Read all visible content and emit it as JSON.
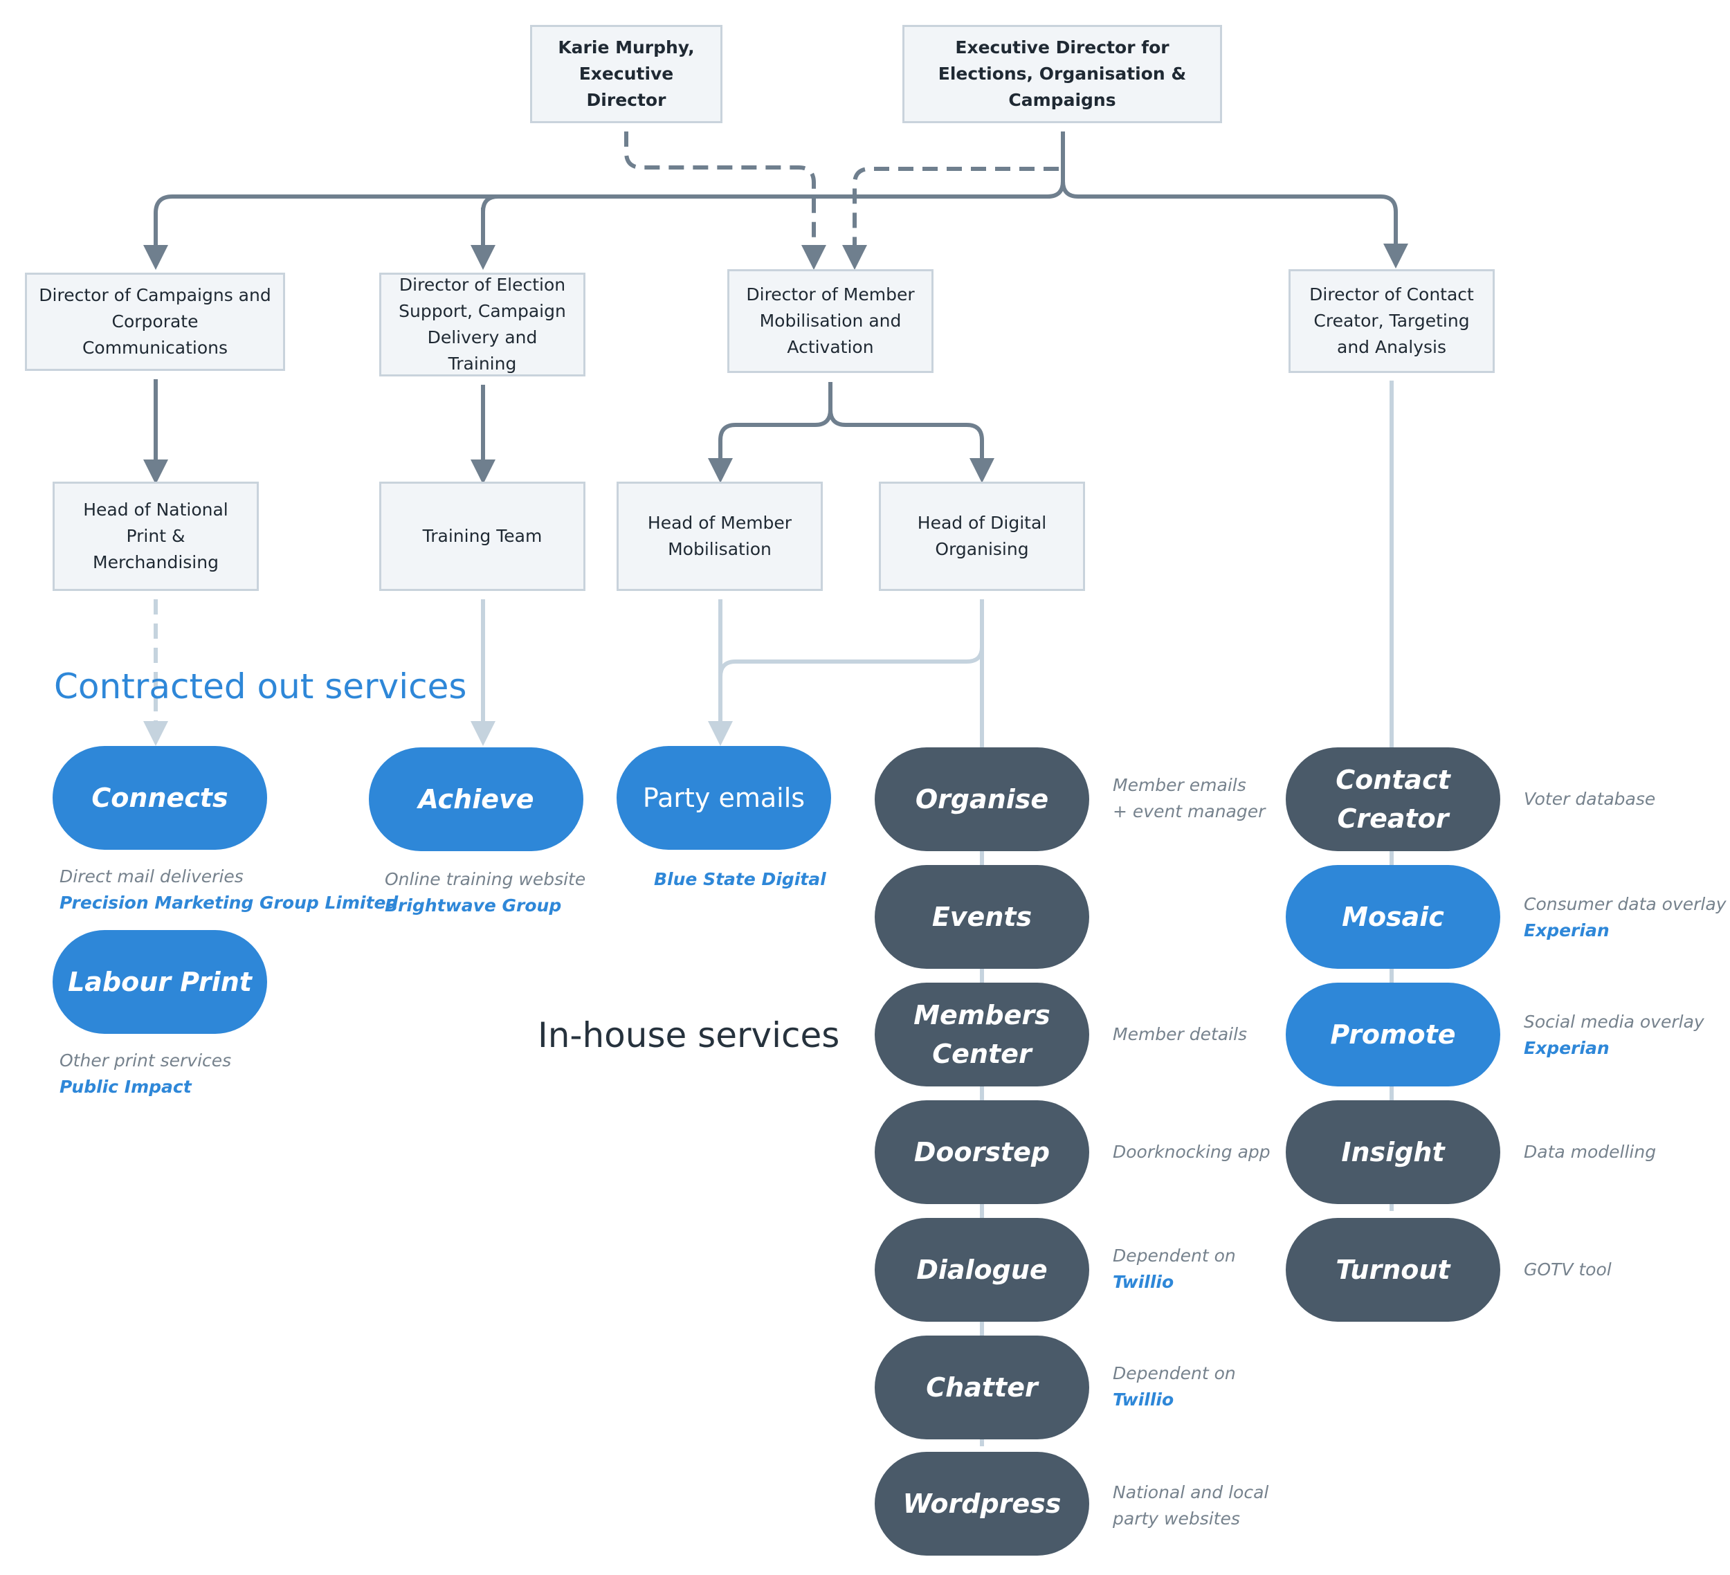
{
  "org": {
    "executive_director": "Karie Murphy, Executive Director",
    "executive_elections": "Executive Director for Elections, Organisation & Campaigns",
    "dir_campaigns": "Director of Campaigns and Corporate Communications",
    "dir_election": "Director of Election Support, Campaign Delivery and Training",
    "dir_member": "Director of Member Mobilisation and Activation",
    "dir_contact": "Director of Contact Creator, Targeting and Analysis",
    "head_print": "Head of National Print & Merchandising",
    "training_team": "Training Team",
    "head_mobilisation": "Head of Member Mobilisation",
    "head_digital": "Head of Digital Organising"
  },
  "sections": {
    "contracted": "Contracted out services",
    "inhouse": "In-house services"
  },
  "services": {
    "connects": {
      "label": "Connects",
      "note": "Direct mail deliveries",
      "vendor": "Precision Marketing Group Limited"
    },
    "labour_print": {
      "label": "Labour Print",
      "note": "Other print services",
      "vendor": "Public Impact"
    },
    "achieve": {
      "label": "Achieve",
      "note": "Online training website",
      "vendor": "Brightwave Group"
    },
    "party_emails": {
      "label": "Party emails",
      "vendor": "Blue State Digital"
    },
    "organise": {
      "label": "Organise",
      "note1": "Member emails",
      "note2": "+ event manager"
    },
    "events": {
      "label": "Events"
    },
    "members_center": {
      "label1": "Members",
      "label2": "Center",
      "note": "Member details"
    },
    "doorstep": {
      "label": "Doorstep",
      "note": "Doorknocking app"
    },
    "dialogue": {
      "label": "Dialogue",
      "note": "Dependent on",
      "vendor": "Twillio"
    },
    "chatter": {
      "label": "Chatter",
      "note": "Dependent on",
      "vendor": "Twillio"
    },
    "wordpress": {
      "label": "Wordpress",
      "note1": "National and local",
      "note2": "party websites"
    },
    "contact_creator": {
      "label1": "Contact",
      "label2": "Creator",
      "note": "Voter database"
    },
    "mosaic": {
      "label": "Mosaic",
      "note": "Consumer data overlay",
      "vendor": "Experian"
    },
    "promote": {
      "label": "Promote",
      "note": "Social media overlay",
      "vendor": "Experian"
    },
    "insight": {
      "label": "Insight",
      "note": "Data modelling"
    },
    "turnout": {
      "label": "Turnout",
      "note": "GOTV tool"
    }
  },
  "colors": {
    "blue": "#2e87d8",
    "dark": "#4a5a69",
    "connector": "#6f7f8e",
    "light_connector": "#c5d3de"
  }
}
